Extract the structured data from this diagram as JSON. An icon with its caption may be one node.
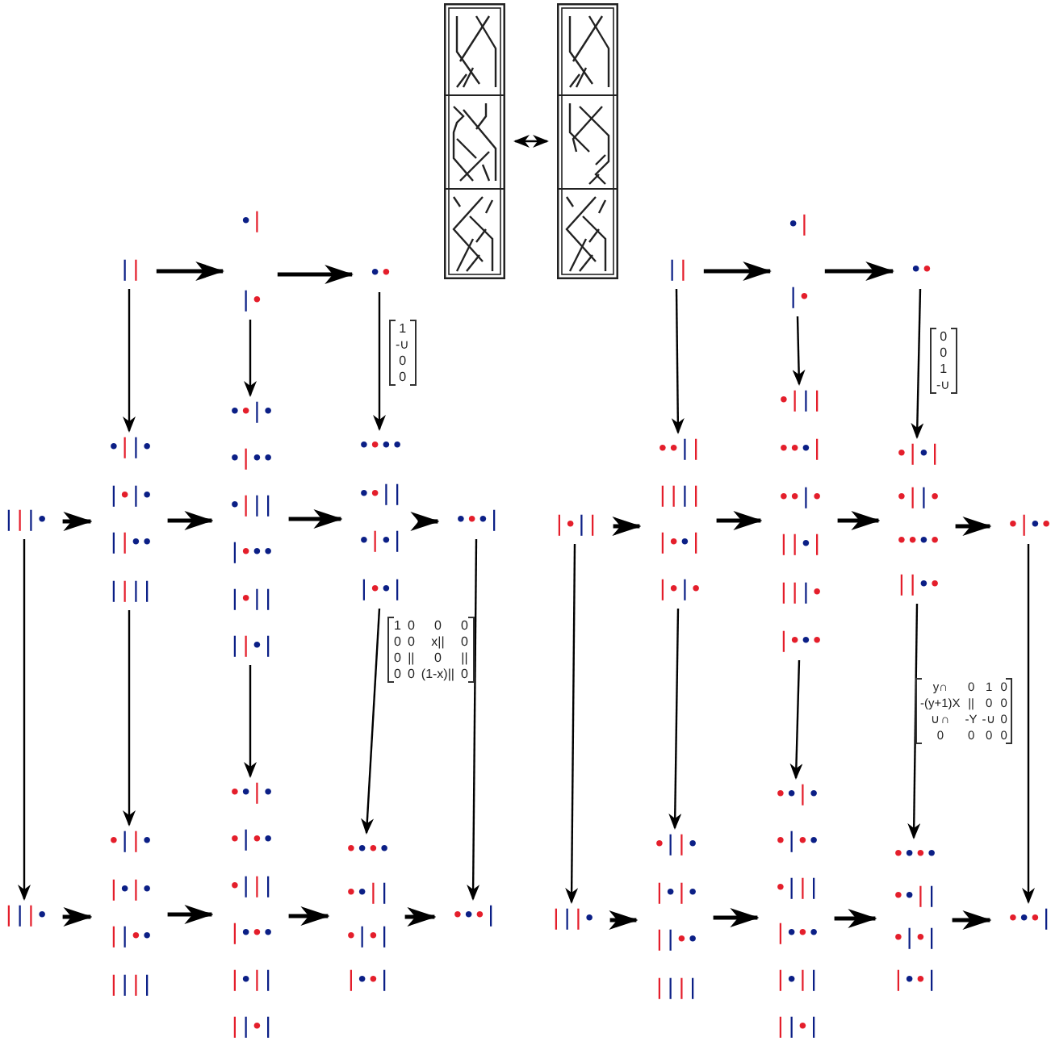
{
  "diagram": {
    "nodes": [
      {
        "text": [],
        "shape": "picture"
      },
      {
        "text": [],
        "shape": "picture"
      },
      {
        "text": [
          "||"
        ]
      },
      {
        "text": [
          "•|",
          "|•"
        ]
      },
      {
        "text": [
          "••"
        ]
      },
      {
        "text": [
          "|||•"
        ]
      },
      {
        "text": [
          "•||•",
          "|•|•",
          "||••",
          "||||"
        ]
      },
      {
        "text": [
          "••|•",
          "•|••",
          "•|||",
          "|•••",
          "|•||",
          "||•|"
        ]
      },
      {
        "text": [
          "••••",
          "••||",
          "•|•|",
          "|••|"
        ]
      },
      {
        "text": [
          "•••|"
        ]
      },
      {
        "text": [
          "|||•"
        ]
      },
      {
        "text": [
          "•||•",
          "|•|•",
          "||••",
          "||||"
        ]
      },
      {
        "text": [
          "••|•",
          "•|••",
          "•|||",
          "|•••",
          "|•||",
          "||•|"
        ]
      },
      {
        "text": [
          "••••",
          "••||",
          "•|•|",
          "|••|"
        ]
      },
      {
        "text": [
          "•••|"
        ]
      },
      {
        "text": [
          "||"
        ]
      },
      {
        "text": [
          "•|",
          "|•"
        ]
      },
      {
        "text": [
          "••"
        ]
      },
      {
        "text": [
          "|•||"
        ]
      },
      {
        "text": [
          "••||",
          "||||",
          "|••|",
          "|•|•"
        ]
      },
      {
        "text": [
          "•|||",
          "•••|",
          "••|•",
          "||•|",
          "|||•",
          "|•••"
        ]
      },
      {
        "text": [
          "•|•|",
          "•||•",
          "••••",
          "||••"
        ]
      },
      {
        "text": [
          "•|••"
        ]
      },
      {
        "text": [
          "|||•"
        ]
      },
      {
        "text": [
          "•||•",
          "|•|•",
          "||••",
          "||||"
        ]
      },
      {
        "text": [
          "••|•",
          "•|••",
          "•|||",
          "|•••",
          "|•||",
          "||•|"
        ]
      },
      {
        "text": [
          "••••",
          "••||",
          "•|•|",
          "|••|"
        ]
      },
      {
        "text": [
          "•••|"
        ]
      }
    ],
    "edges": [
      {
        "from": 0,
        "to": 1,
        "arrow": "both"
      },
      {
        "from": 2,
        "to": 3,
        "arrow": "to"
      },
      {
        "from": 3,
        "to": 4,
        "arrow": "to"
      },
      {
        "from": 2,
        "to": 6,
        "arrow": "to"
      },
      {
        "from": 3,
        "to": 7,
        "arrow": "to"
      },
      {
        "from": 4,
        "to": 8,
        "arrow": "to"
      },
      {
        "from": 5,
        "to": 6,
        "arrow": "to"
      },
      {
        "from": 6,
        "to": 7,
        "arrow": "to"
      },
      {
        "from": 7,
        "to": 8,
        "arrow": "to"
      },
      {
        "from": 8,
        "to": 9,
        "arrow": "to"
      },
      {
        "from": 5,
        "to": 10,
        "arrow": "to"
      },
      {
        "from": 6,
        "to": 11,
        "arrow": "to"
      },
      {
        "from": 7,
        "to": 12,
        "arrow": "to"
      },
      {
        "from": 8,
        "to": 13,
        "arrow": "to"
      },
      {
        "from": 9,
        "to": 14,
        "arrow": "to"
      },
      {
        "from": 10,
        "to": 11,
        "arrow": "to"
      },
      {
        "from": 11,
        "to": 12,
        "arrow": "to"
      },
      {
        "from": 12,
        "to": 13,
        "arrow": "to"
      },
      {
        "from": 13,
        "to": 14,
        "arrow": "to"
      },
      {
        "from": 15,
        "to": 16,
        "arrow": "to"
      },
      {
        "from": 16,
        "to": 17,
        "arrow": "to"
      },
      {
        "from": 15,
        "to": 19,
        "arrow": "to"
      },
      {
        "from": 16,
        "to": 20,
        "arrow": "to"
      },
      {
        "from": 17,
        "to": 21,
        "arrow": "to"
      },
      {
        "from": 18,
        "to": 19,
        "arrow": "to"
      },
      {
        "from": 19,
        "to": 20,
        "arrow": "to"
      },
      {
        "from": 20,
        "to": 21,
        "arrow": "to"
      },
      {
        "from": 21,
        "to": 22,
        "arrow": "to"
      },
      {
        "from": 18,
        "to": 23,
        "arrow": "to"
      },
      {
        "from": 19,
        "to": 24,
        "arrow": "to"
      },
      {
        "from": 20,
        "to": 25,
        "arrow": "to"
      },
      {
        "from": 21,
        "to": 26,
        "arrow": "to"
      },
      {
        "from": 22,
        "to": 27,
        "arrow": "to"
      },
      {
        "from": 23,
        "to": 24,
        "arrow": "to"
      },
      {
        "from": 24,
        "to": 25,
        "arrow": "to"
      },
      {
        "from": 25,
        "to": 26,
        "arrow": "to"
      },
      {
        "from": 26,
        "to": 27,
        "arrow": "to"
      }
    ],
    "labels": [
      "1",
      "-∪",
      "0",
      "0",
      "1",
      "0",
      "0",
      "0",
      "0",
      "0",
      "x||",
      "0",
      "0",
      "||",
      "0",
      "||",
      "0",
      "0",
      "(1-x)||",
      "0",
      "0",
      "0",
      "1",
      "-∪",
      "y∩",
      "0",
      "1",
      "0",
      "-(y+1)X",
      "||",
      "0",
      "0",
      "∪∩",
      "-Y",
      "-∪",
      "0",
      "0",
      "0",
      "0",
      "0"
    ]
  }
}
